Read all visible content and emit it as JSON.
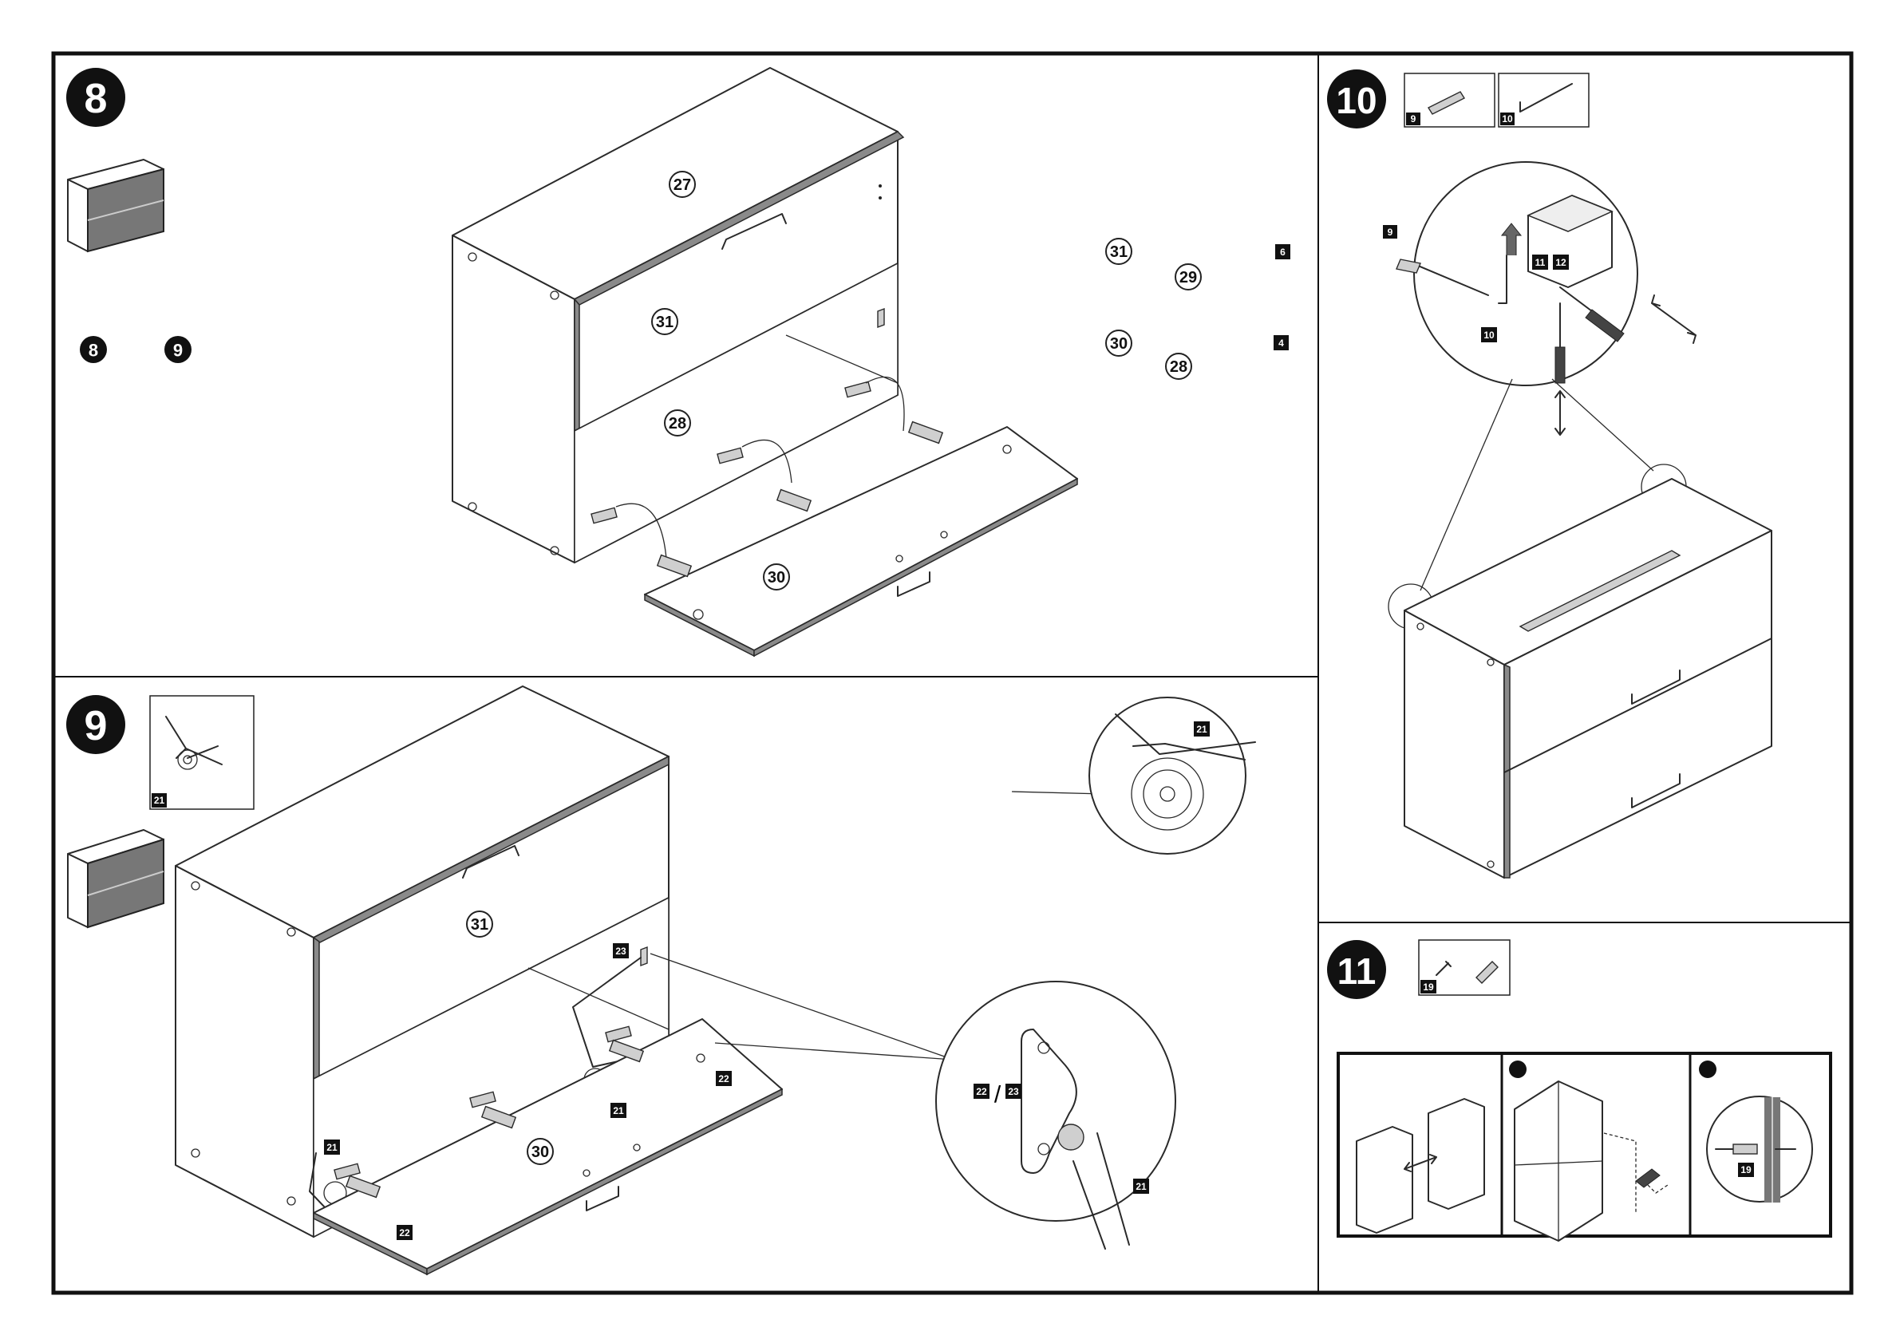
{
  "colors": {
    "line": "#2a2a2a",
    "dark": "#111111",
    "panel_edge": "#555555",
    "front_grey": "#8a8a8a"
  },
  "steps": {
    "s8": {
      "number": "8"
    },
    "s9": {
      "number": "9"
    },
    "s10": {
      "number": "10"
    },
    "s11": {
      "number": "11"
    }
  },
  "step8": {
    "part_labels": {
      "p27": "27",
      "p31": "31",
      "p28": "28",
      "p30": "30"
    },
    "sub_steps": [
      "8",
      "9"
    ],
    "legend": [
      {
        "part": "31",
        "count": "6"
      },
      {
        "part": "29",
        "count": ""
      },
      {
        "part": "30",
        "count": "4"
      },
      {
        "part": "28",
        "count": ""
      }
    ]
  },
  "step9": {
    "fitting_box": {
      "part": "21"
    },
    "part_labels": {
      "p31": "31",
      "p30": "30"
    },
    "hardware": {
      "h23": "23",
      "h22a": "22",
      "h21a": "21",
      "h21b": "21",
      "h22b": "22"
    },
    "detail_top": {
      "part": "21"
    },
    "detail_bottom": {
      "p22": "22",
      "slash": "/",
      "p23": "23",
      "p21": "21"
    }
  },
  "step10": {
    "fitting_boxes": [
      {
        "part": "9",
        "icon": "wall-plug-icon"
      },
      {
        "part": "10",
        "icon": "screw-hook-icon"
      }
    ],
    "detail": {
      "p9": "9",
      "p11": "11",
      "p12": "12",
      "p10": "10"
    }
  },
  "step11": {
    "fitting_box": {
      "part": "19"
    },
    "detail": {
      "p19": "19"
    }
  }
}
